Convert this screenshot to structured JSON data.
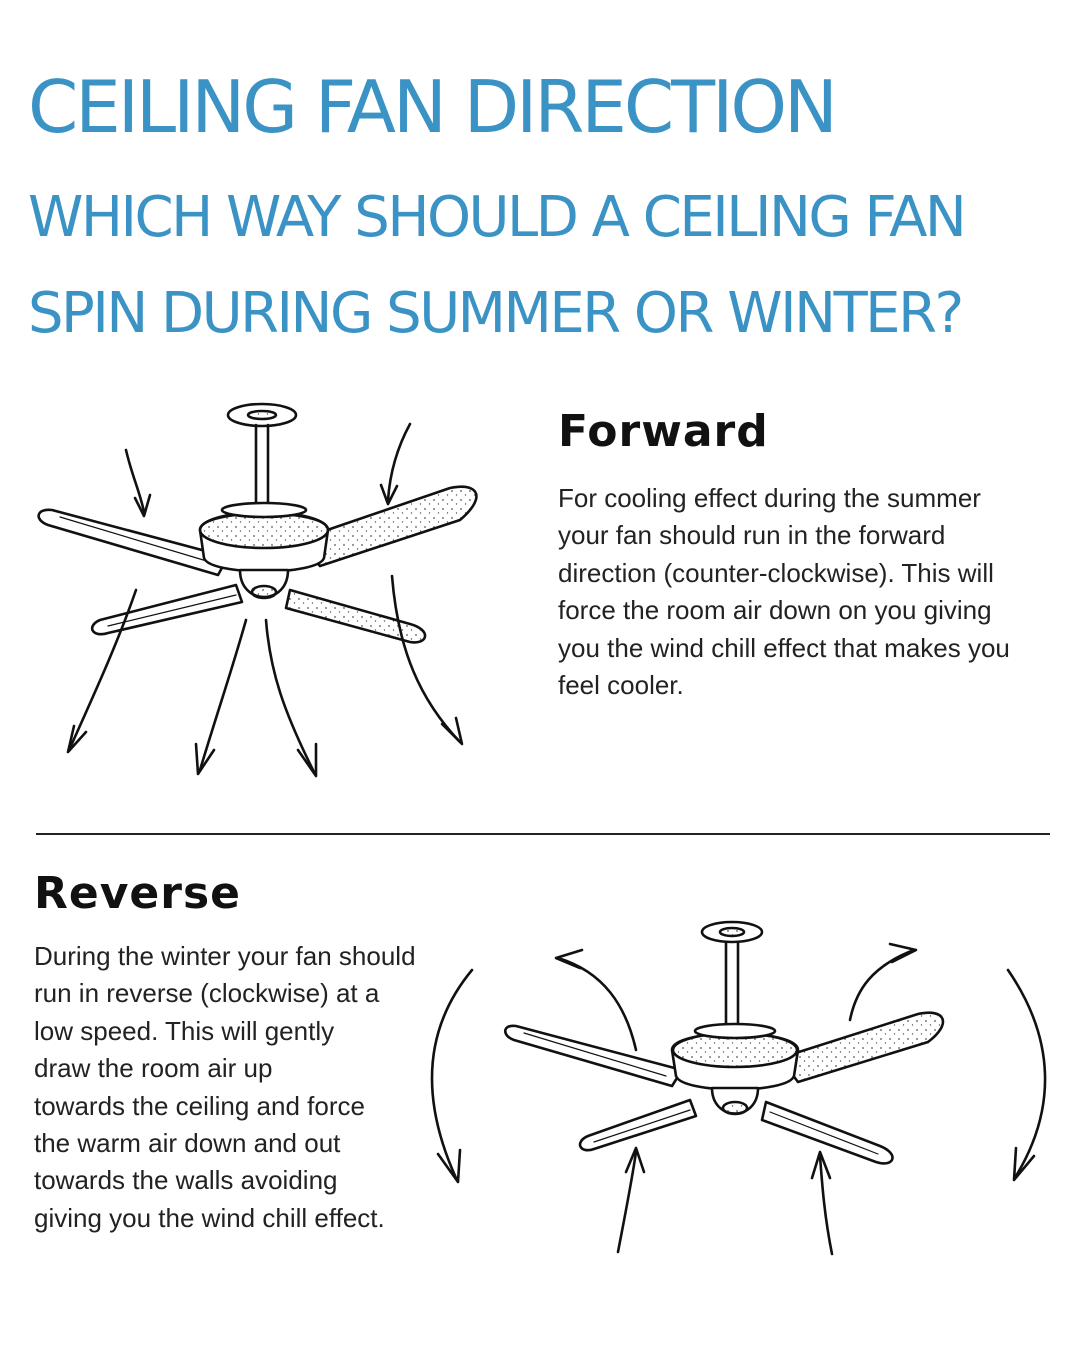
{
  "colors": {
    "title": "#3a93c4",
    "ink": "#111111",
    "divider": "#222222"
  },
  "header": {
    "title": "CEILING FAN DIRECTION",
    "subtitle_lines": [
      "WHICH WAY SHOULD A CEILING FAN",
      "SPIN DURING SUMMER OR WINTER?"
    ]
  },
  "forward": {
    "heading": "Forward",
    "lines": [
      "For cooling effect during the summer",
      "your fan should run in the forward",
      "direction (counter-clockwise). This will",
      "force the room air down on you giving",
      "you the wind chill effect that makes you",
      "feel cooler."
    ],
    "illustration": "ceiling-fan-airflow-down"
  },
  "reverse": {
    "heading": "Reverse",
    "lines": [
      "During the winter your fan should",
      "run in reverse (clockwise) at a",
      "low speed. This will gently",
      "draw the room air up",
      "towards the ceiling and force",
      "the warm air down and out",
      "towards the walls avoiding",
      "giving you the wind chill effect."
    ],
    "illustration": "ceiling-fan-airflow-up"
  }
}
